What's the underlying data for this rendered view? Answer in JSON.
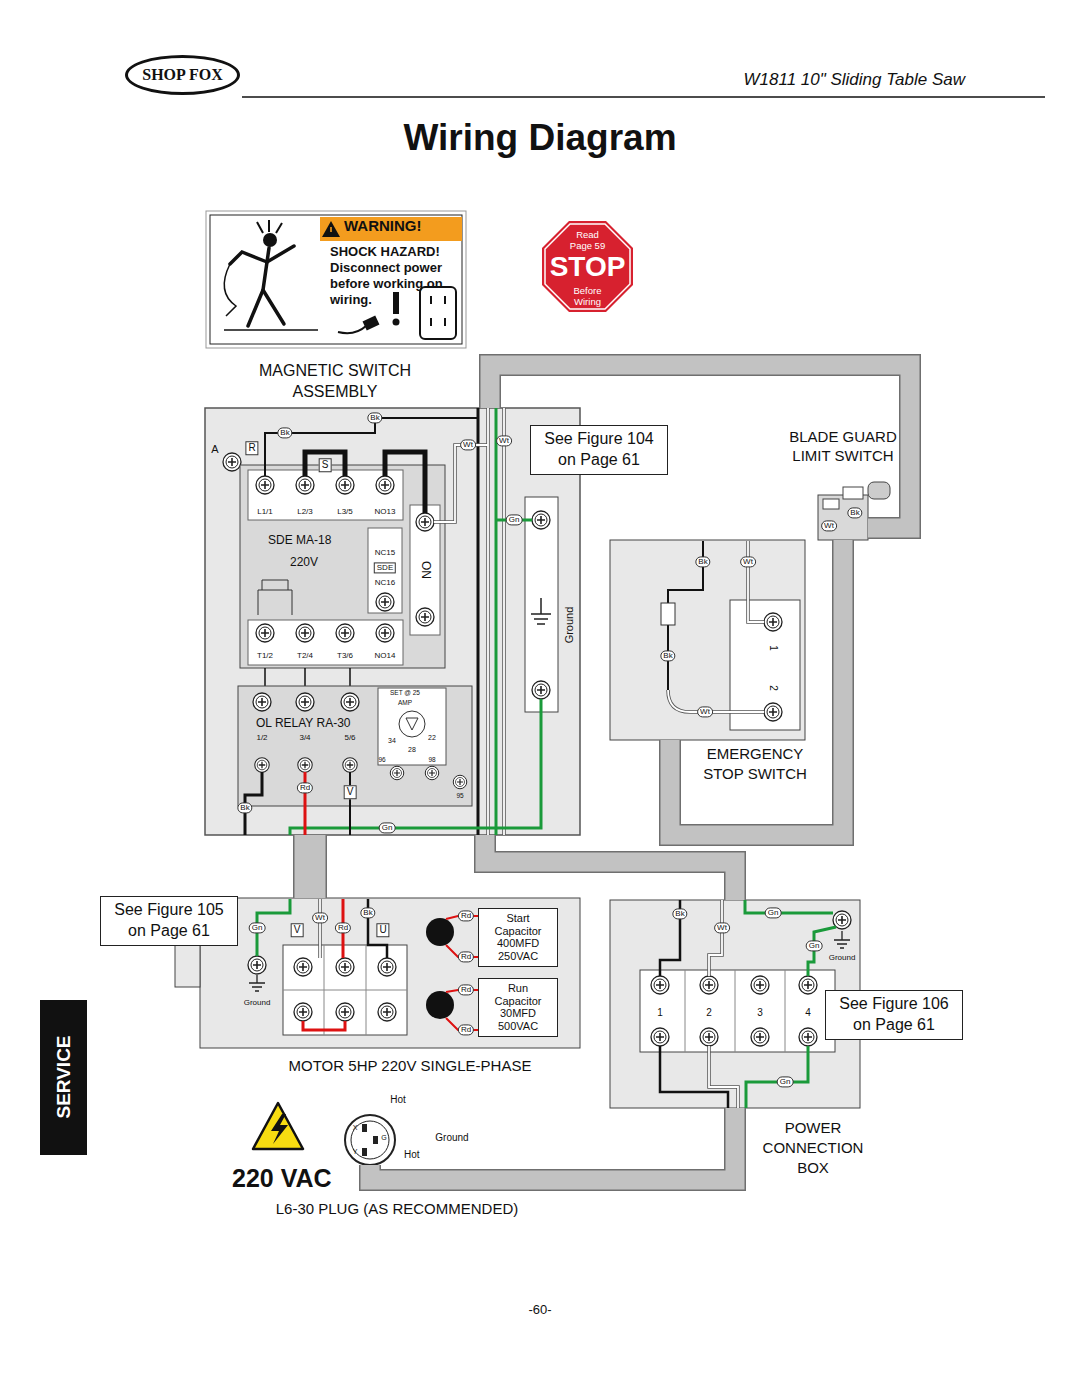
{
  "diagram": {
    "title": "Wiring Diagram",
    "nodes": [
      {
        "text": [
          "SHOP FOX"
        ]
      },
      {
        "text": [
          "WARNING!",
          "SHOCK HAZARD! Disconnect power before working on wiring."
        ]
      },
      {
        "text": [
          "Read Page 59",
          "STOP",
          "Before Wiring"
        ]
      },
      {
        "text": [
          "MAGNETIC SWITCH ASSEMBLY"
        ]
      },
      {
        "text": [
          "SDE MA-18",
          "220V"
        ],
        "in": 3
      },
      {
        "text": [
          "OL RELAY RA-30"
        ],
        "in": 3
      },
      {
        "text": [
          "Ground"
        ],
        "in": 3
      },
      {
        "text": [
          "See Figure 104 on Page 61"
        ]
      },
      {
        "text": [
          "BLADE GUARD LIMIT SWITCH"
        ]
      },
      {
        "text": [
          "EMERGENCY STOP SWITCH"
        ]
      },
      {
        "text": [
          "See Figure 105 on Page 61"
        ]
      },
      {
        "text": [
          "MOTOR 5HP 220V SINGLE-PHASE"
        ]
      },
      {
        "text": [
          "Start Capacitor 400MFD 250VAC"
        ],
        "in": 11
      },
      {
        "text": [
          "Run Capacitor 30MFD 500VAC"
        ],
        "in": 11
      },
      {
        "text": [
          "POWER CONNECTION BOX"
        ]
      },
      {
        "text": [
          "See Figure 106 on Page 61"
        ]
      },
      {
        "text": [
          "SERVICE"
        ]
      },
      {
        "text": [
          "L6-30 PLUG (AS RECOMMENDED)"
        ]
      }
    ],
    "edges": [
      {
        "from": 3,
        "to": 8,
        "arrow": "none"
      },
      {
        "from": 8,
        "to": 9,
        "arrow": "none"
      },
      {
        "from": 3,
        "to": 11,
        "arrow": "none"
      },
      {
        "from": 3,
        "to": 14,
        "arrow": "none"
      },
      {
        "from": 17,
        "to": 14,
        "arrow": "none"
      }
    ],
    "labels": [
      "W1811 10\" Sliding Table Saw",
      "A",
      "R",
      "Bk",
      "Bk",
      "Wt",
      "Wt",
      "S",
      "L1/1",
      "L2/3",
      "L3/5",
      "NO13",
      "Gn",
      "NC15",
      "SDE",
      "NC16",
      "ON",
      "T1/2",
      "T2/4",
      "T3/6",
      "NO14",
      "SET @ 25",
      "AMP",
      "1/2",
      "3/4",
      "5/6",
      "34",
      "22",
      "28",
      "96",
      "98",
      "Rd",
      "V",
      "95",
      "Bk",
      "Gn",
      "Bk",
      "Wt",
      "Bk",
      "Wt",
      "1",
      "Bk",
      "2",
      "Wt",
      "Gn",
      "Wt",
      "V",
      "Rd",
      "Bk",
      "U",
      "Rd",
      "Rd",
      "Ground",
      "Rd",
      "Rd",
      "Bk",
      "Gn",
      "Wt",
      "Gn",
      "Ground",
      "1",
      "2",
      "3",
      "4",
      "Gn",
      "220 VAC",
      "Hot",
      "X",
      "G",
      "Ground",
      "Y",
      "Hot",
      "-60-"
    ]
  }
}
